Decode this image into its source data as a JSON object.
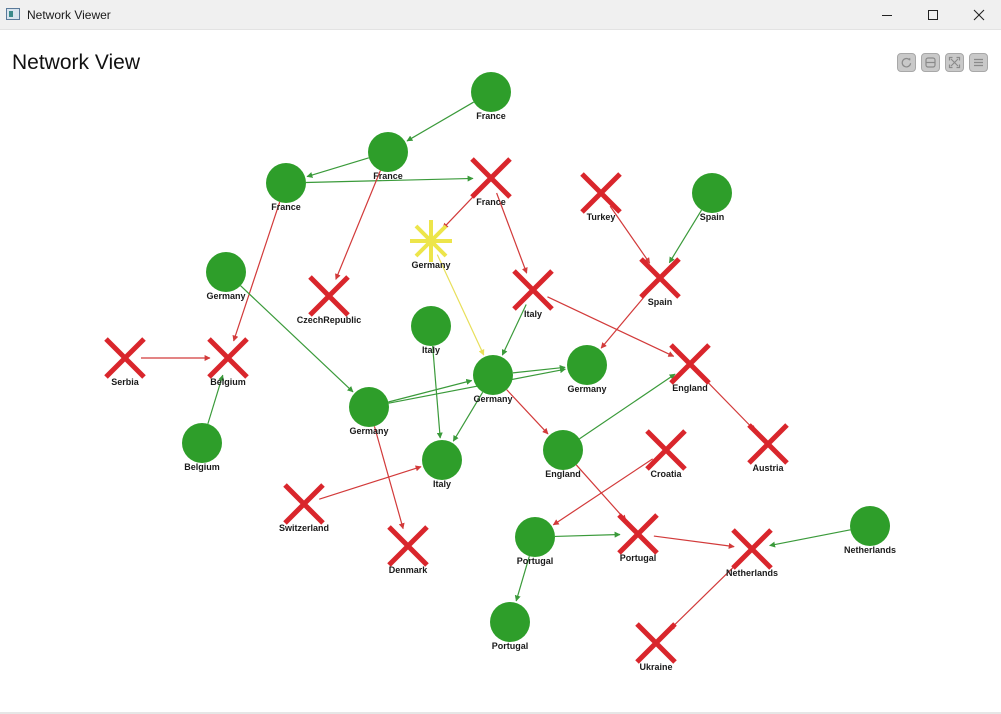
{
  "window": {
    "title": "Network Viewer"
  },
  "page": {
    "title": "Network View"
  },
  "colors": {
    "ok": "#2e9e2a",
    "fail": "#d9262c",
    "highlight": "#ede54a",
    "ok_edge": "#3a9a3a",
    "fail_edge": "#d23a3a",
    "highlight_edge": "#e8df5a"
  },
  "toolbar": {
    "buttons": [
      {
        "name": "reset-icon"
      },
      {
        "name": "layout-icon"
      },
      {
        "name": "fit-icon"
      },
      {
        "name": "menu-icon"
      }
    ]
  },
  "graph": {
    "nodes": [
      {
        "id": "n1",
        "label": "France",
        "status": "ok"
      },
      {
        "id": "n2",
        "label": "France",
        "status": "ok"
      },
      {
        "id": "n3",
        "label": "France",
        "status": "ok"
      },
      {
        "id": "n4",
        "label": "France",
        "status": "fail"
      },
      {
        "id": "n5",
        "label": "Turkey",
        "status": "fail"
      },
      {
        "id": "n6",
        "label": "Spain",
        "status": "ok"
      },
      {
        "id": "n7",
        "label": "Germany",
        "status": "highlight"
      },
      {
        "id": "n8",
        "label": "Germany",
        "status": "ok"
      },
      {
        "id": "n9",
        "label": "CzechRepublic",
        "status": "fail"
      },
      {
        "id": "n10",
        "label": "Spain",
        "status": "fail"
      },
      {
        "id": "n11",
        "label": "Italy",
        "status": "fail"
      },
      {
        "id": "n12",
        "label": "Italy",
        "status": "ok"
      },
      {
        "id": "n13",
        "label": "Serbia",
        "status": "fail"
      },
      {
        "id": "n14",
        "label": "Belgium",
        "status": "fail"
      },
      {
        "id": "n15",
        "label": "Germany",
        "status": "ok"
      },
      {
        "id": "n16",
        "label": "Germany",
        "status": "ok"
      },
      {
        "id": "n17",
        "label": "England",
        "status": "fail"
      },
      {
        "id": "n18",
        "label": "Germany",
        "status": "ok"
      },
      {
        "id": "n19",
        "label": "Belgium",
        "status": "ok"
      },
      {
        "id": "n20",
        "label": "Italy",
        "status": "ok"
      },
      {
        "id": "n21",
        "label": "England",
        "status": "ok"
      },
      {
        "id": "n22",
        "label": "Croatia",
        "status": "fail"
      },
      {
        "id": "n23",
        "label": "Austria",
        "status": "fail"
      },
      {
        "id": "n24",
        "label": "Switzerland",
        "status": "fail"
      },
      {
        "id": "n25",
        "label": "Denmark",
        "status": "fail"
      },
      {
        "id": "n26",
        "label": "Portugal",
        "status": "ok"
      },
      {
        "id": "n27",
        "label": "Portugal",
        "status": "fail"
      },
      {
        "id": "n28",
        "label": "Netherlands",
        "status": "fail"
      },
      {
        "id": "n29",
        "label": "Netherlands",
        "status": "ok"
      },
      {
        "id": "n30",
        "label": "Portugal",
        "status": "ok"
      },
      {
        "id": "n31",
        "label": "Ukraine",
        "status": "fail"
      }
    ],
    "edges": [
      {
        "from": "n1",
        "to": "n2",
        "status": "ok"
      },
      {
        "from": "n2",
        "to": "n3",
        "status": "ok"
      },
      {
        "from": "n3",
        "to": "n4",
        "status": "ok"
      },
      {
        "from": "n2",
        "to": "n9",
        "status": "fail"
      },
      {
        "from": "n3",
        "to": "n14",
        "status": "fail"
      },
      {
        "from": "n4",
        "to": "n7",
        "status": "fail"
      },
      {
        "from": "n4",
        "to": "n11",
        "status": "fail"
      },
      {
        "from": "n5",
        "to": "n10",
        "status": "fail"
      },
      {
        "from": "n6",
        "to": "n10",
        "status": "ok"
      },
      {
        "from": "n10",
        "to": "n15",
        "status": "fail"
      },
      {
        "from": "n11",
        "to": "n17",
        "status": "fail"
      },
      {
        "from": "n7",
        "to": "n16",
        "status": "highlight"
      },
      {
        "from": "n11",
        "to": "n16",
        "status": "ok"
      },
      {
        "from": "n8",
        "to": "n18",
        "status": "ok"
      },
      {
        "from": "n13",
        "to": "n14",
        "status": "fail"
      },
      {
        "from": "n19",
        "to": "n14",
        "status": "ok"
      },
      {
        "from": "n12",
        "to": "n20",
        "status": "ok"
      },
      {
        "from": "n16",
        "to": "n20",
        "status": "ok"
      },
      {
        "from": "n18",
        "to": "n16",
        "status": "ok"
      },
      {
        "from": "n16",
        "to": "n15",
        "status": "ok"
      },
      {
        "from": "n18",
        "to": "n15",
        "status": "ok"
      },
      {
        "from": "n16",
        "to": "n21",
        "status": "fail"
      },
      {
        "from": "n21",
        "to": "n17",
        "status": "ok"
      },
      {
        "from": "n17",
        "to": "n23",
        "status": "fail"
      },
      {
        "from": "n21",
        "to": "n27",
        "status": "fail"
      },
      {
        "from": "n22",
        "to": "n26",
        "status": "fail"
      },
      {
        "from": "n24",
        "to": "n20",
        "status": "fail"
      },
      {
        "from": "n18",
        "to": "n25",
        "status": "fail"
      },
      {
        "from": "n26",
        "to": "n27",
        "status": "ok"
      },
      {
        "from": "n27",
        "to": "n28",
        "status": "fail"
      },
      {
        "from": "n29",
        "to": "n28",
        "status": "ok"
      },
      {
        "from": "n26",
        "to": "n30",
        "status": "ok"
      },
      {
        "from": "n28",
        "to": "n31",
        "status": "fail"
      }
    ]
  }
}
